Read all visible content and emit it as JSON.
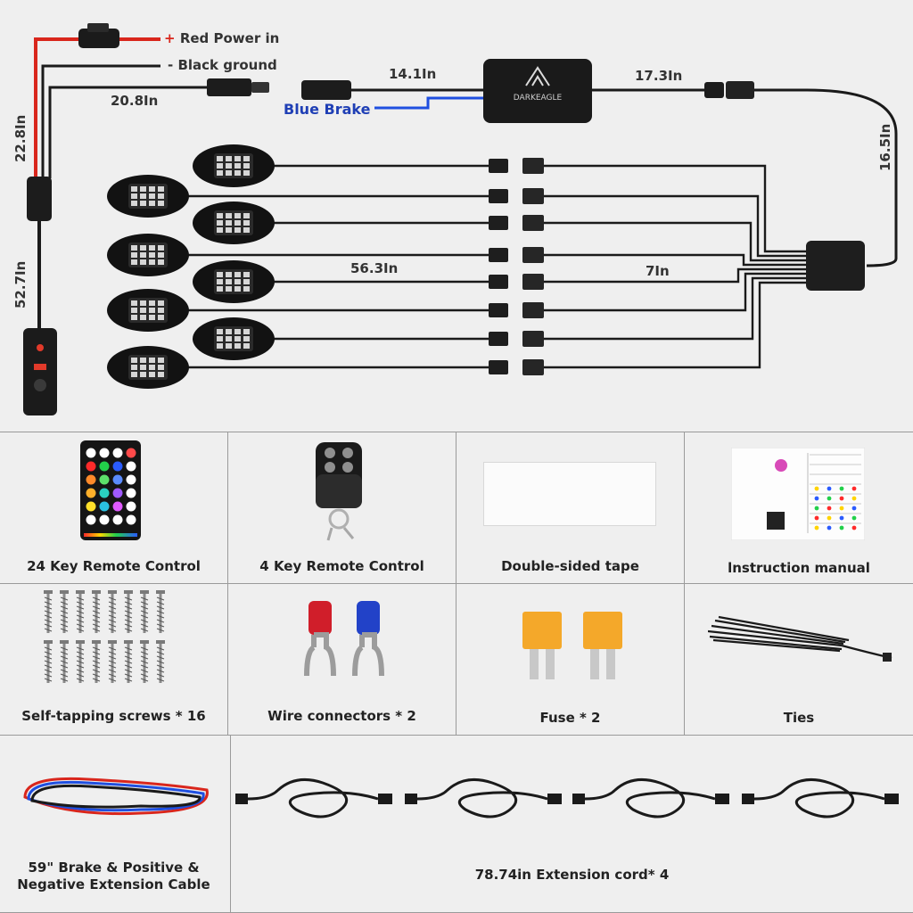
{
  "diagram": {
    "red_power_label": "Red Power in",
    "black_ground_label": "Black ground",
    "blue_brake_label": "Blue Brake",
    "brand": "DARKEAGLE",
    "lengths": {
      "main_to_controller": "14.1In",
      "controller_to_hub": "17.3In",
      "hub_drop": "16.5In",
      "power_lead": "20.8In",
      "fuse_lead": "22.8In",
      "switch_lead": "52.7In",
      "pod_lead": "56.3In",
      "hub_branch": "7In"
    },
    "colors": {
      "red_wire": "#d9261c",
      "blue_wire": "#1f4fe0",
      "black_wire": "#1a1a1a"
    }
  },
  "accessories": [
    {
      "label": "24 Key Remote Control",
      "icon": "remote-24-key-icon"
    },
    {
      "label": "4 Key Remote Control",
      "icon": "key-fob-icon"
    },
    {
      "label": "Double-sided tape",
      "icon": "tape-icon"
    },
    {
      "label": "lnstruction manual",
      "icon": "manual-icon"
    },
    {
      "label": "Self-tapping screws * 16",
      "icon": "screws-icon"
    },
    {
      "label": "Wire connectors * 2",
      "icon": "spade-connector-icon"
    },
    {
      "label": "Fuse * 2",
      "icon": "fuse-icon"
    },
    {
      "label": "Ties",
      "icon": "cable-tie-icon"
    },
    {
      "label": "59\" Brake & Positive & Negative Extension Cable",
      "icon": "tri-color-cable-icon"
    },
    {
      "label": "78.74in Extension cord* 4",
      "icon": "extension-cord-icon"
    }
  ]
}
